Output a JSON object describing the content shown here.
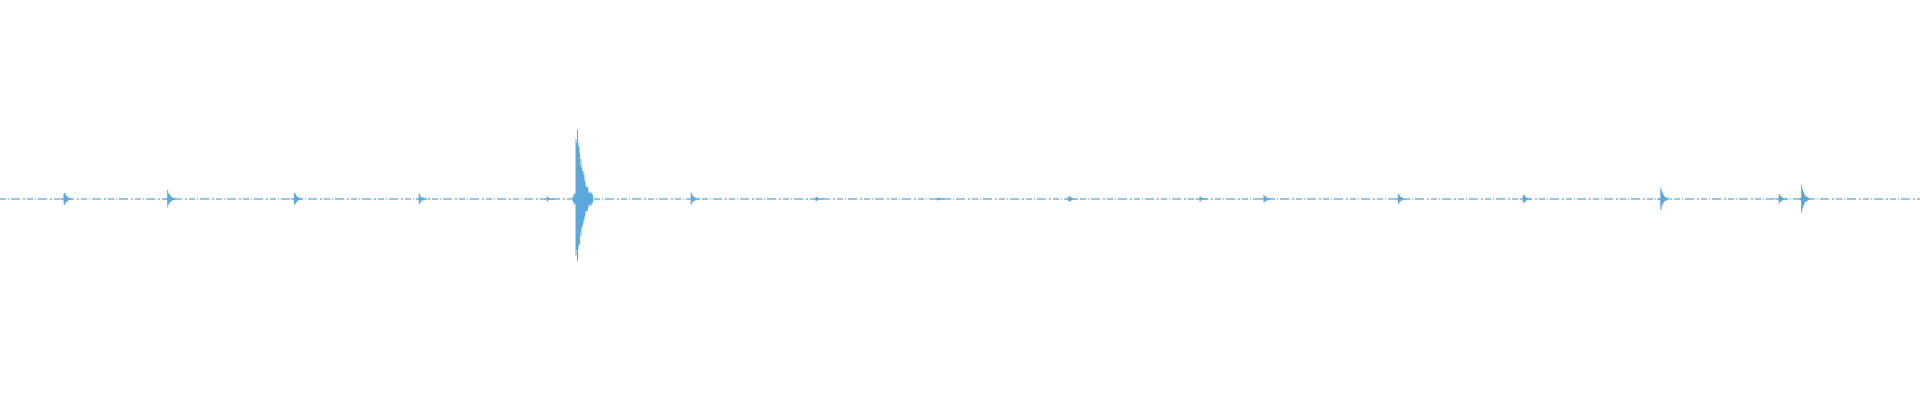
{
  "waveform": {
    "color": "#5ba8dc",
    "duration_s": 30,
    "amplitude_range": [
      -1,
      1
    ],
    "transients": [
      {
        "t": 1.0,
        "amp": 0.09
      },
      {
        "t": 2.62,
        "amp": 0.1
      },
      {
        "t": 4.6,
        "amp": 0.08
      },
      {
        "t": 6.55,
        "amp": 0.06
      },
      {
        "t": 8.55,
        "amp": 0.03
      },
      {
        "t": 9.0,
        "amp": 1.0
      },
      {
        "t": 10.8,
        "amp": 0.07
      },
      {
        "t": 12.75,
        "amp": 0.03
      },
      {
        "t": 14.65,
        "amp": 0.02
      },
      {
        "t": 16.7,
        "amp": 0.05
      },
      {
        "t": 18.75,
        "amp": 0.03
      },
      {
        "t": 19.75,
        "amp": 0.05
      },
      {
        "t": 21.85,
        "amp": 0.06
      },
      {
        "t": 23.8,
        "amp": 0.06
      },
      {
        "t": 25.95,
        "amp": 0.12
      },
      {
        "t": 27.8,
        "amp": 0.06
      },
      {
        "t": 28.15,
        "amp": 0.16
      }
    ]
  }
}
